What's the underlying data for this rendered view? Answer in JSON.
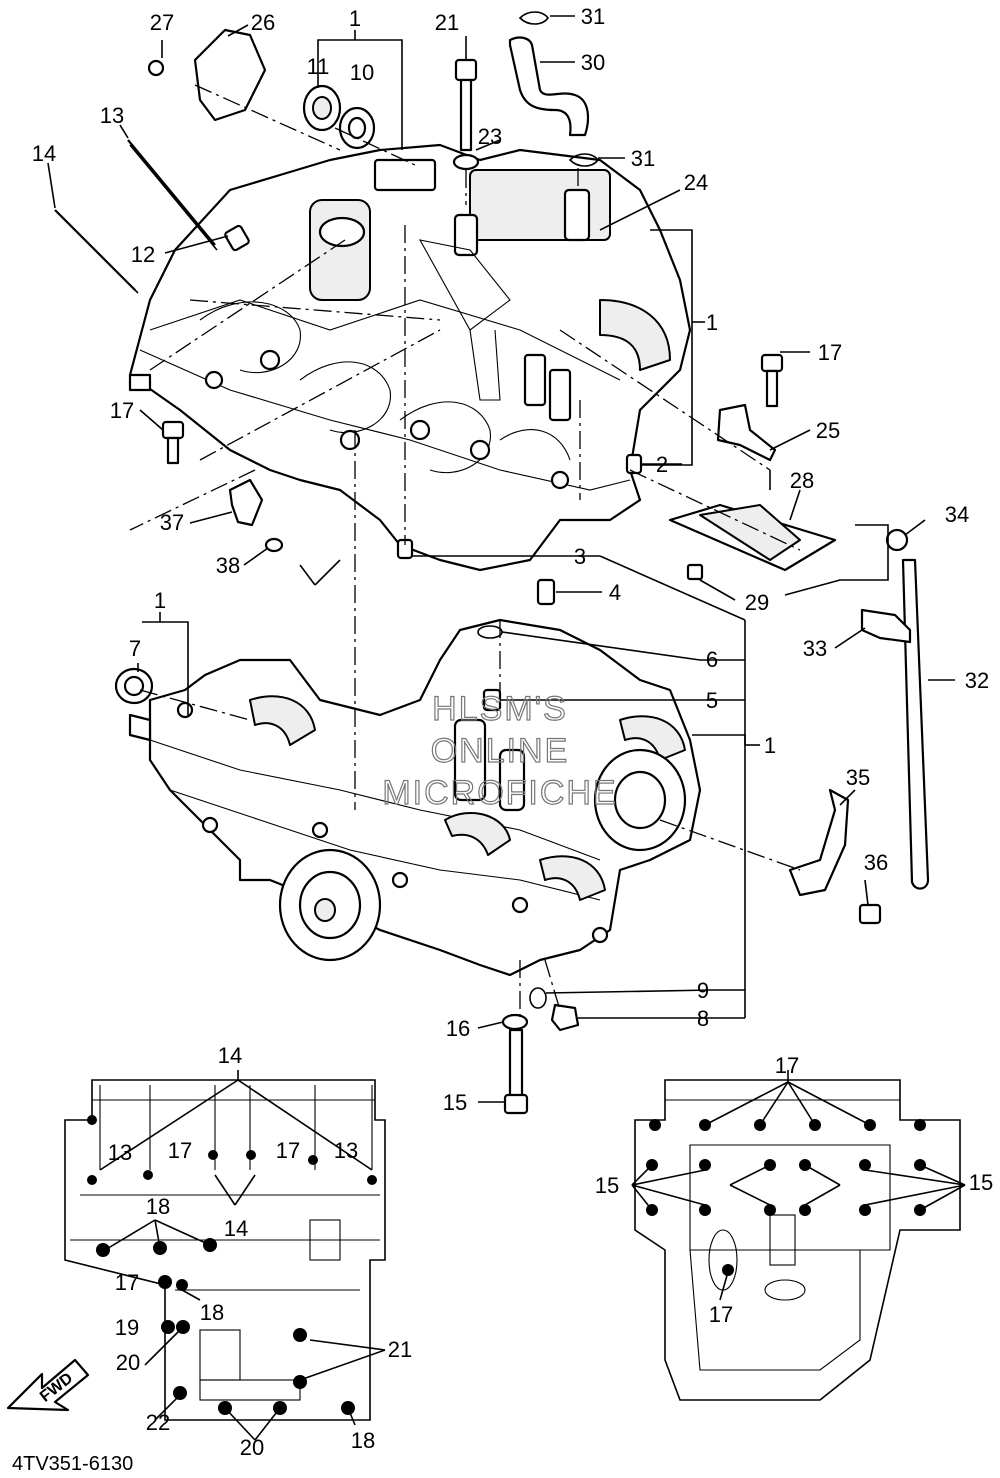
{
  "diagram_code": "4TV351-6130",
  "watermark": [
    "HLSM'S",
    "ONLINE",
    "MICROFICHE"
  ],
  "fwd_label": "FWD",
  "callouts": {
    "c1a": "1",
    "c1b": "1",
    "c1c": "1",
    "c1d": "1",
    "c2": "2",
    "c3": "3",
    "c4": "4",
    "c5": "5",
    "c6": "6",
    "c7": "7",
    "c8": "8",
    "c9": "9",
    "c10": "10",
    "c11": "11",
    "c12": "12",
    "c13": "13",
    "c14": "14",
    "c15": "15",
    "c16": "16",
    "c17a": "17",
    "c17b": "17",
    "c21": "21",
    "c23": "23",
    "c24": "24",
    "c25": "25",
    "c26": "26",
    "c27": "27",
    "c28": "28",
    "c29": "29",
    "c30": "30",
    "c31a": "31",
    "c31b": "31",
    "c32": "32",
    "c33": "33",
    "c34": "34",
    "c35": "35",
    "c36": "36",
    "c37": "37",
    "c38": "38"
  },
  "inset_left": {
    "l14a": "14",
    "l13a": "13",
    "l17a": "17",
    "l17b": "17",
    "l13b": "13",
    "l18a": "18",
    "l14b": "14",
    "l17c": "17",
    "l18b": "18",
    "l19": "19",
    "l20a": "20",
    "l21": "21",
    "l22": "22",
    "l20b": "20",
    "l18c": "18"
  },
  "inset_right": {
    "r17a": "17",
    "r15a": "15",
    "r15b": "15",
    "r17b": "17"
  }
}
